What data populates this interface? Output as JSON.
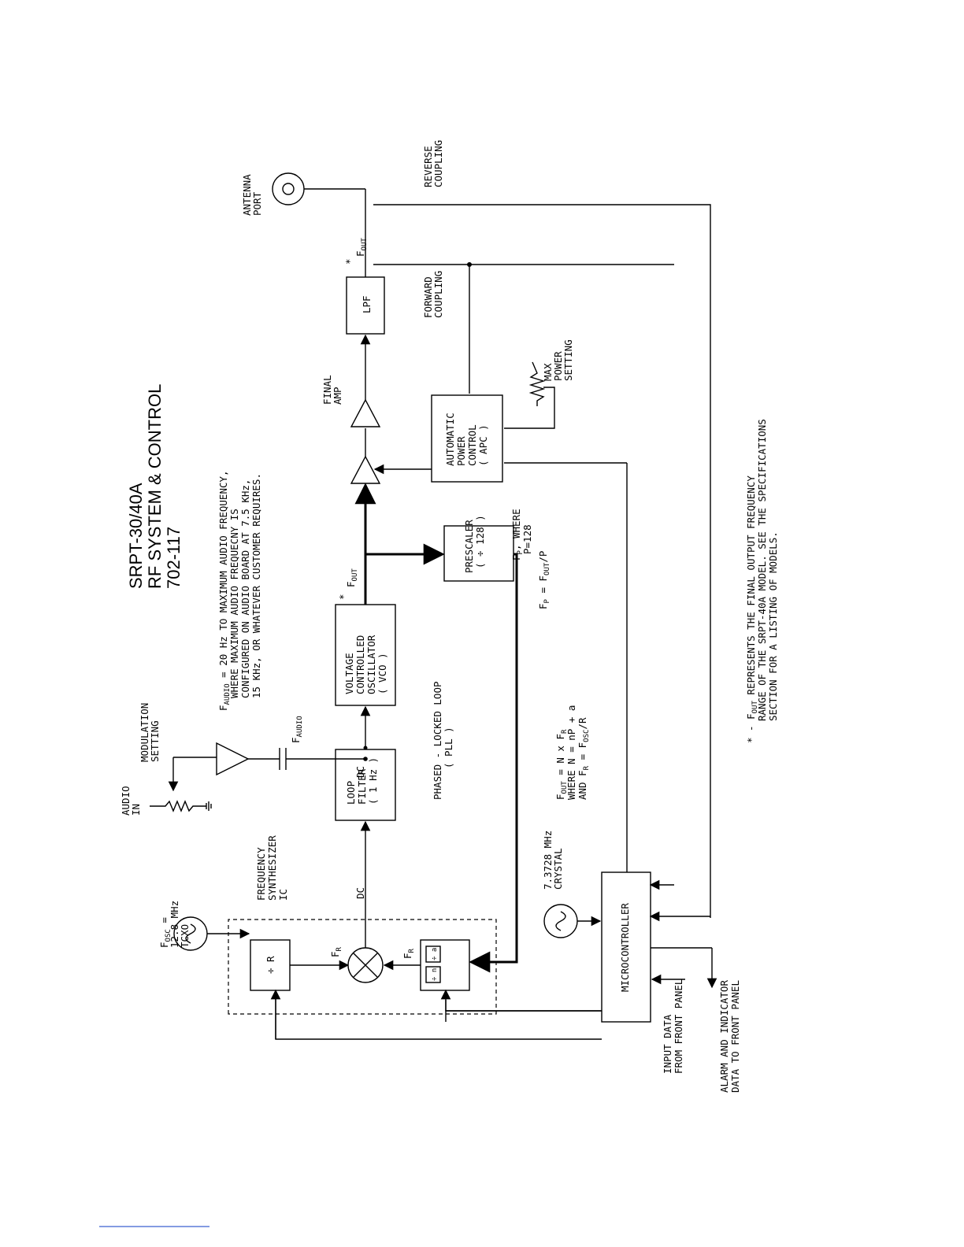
{
  "title": {
    "model": "SRPT-30/40A",
    "subject": "RF SYSTEM & CONTROL",
    "doc_number": "702-117"
  },
  "blocks": {
    "tcxo": {
      "line1": "F",
      "line1_sub": "OSC",
      "line1_rest": " =",
      "line2": "12.8 MHz",
      "line3": "TCXO"
    },
    "div_r": "÷ R",
    "synth_label": [
      "FREQUENCY",
      "SYNTHESIZER",
      "IC"
    ],
    "div_n": "÷ n",
    "div_a": "÷ a",
    "fr": "F",
    "fr_sub": "R",
    "loop_filter": [
      "LOOP",
      "FILTER",
      "( 1 Hz )"
    ],
    "dc": "DC",
    "vco": [
      "VOLTAGE",
      "CONTROLLED",
      "OSCILLATOR",
      "( VCO )"
    ],
    "fout": "F",
    "fout_sub": "OUT",
    "star": "*",
    "prescaler": [
      "PRESCALER",
      "( ÷ 128 )"
    ],
    "fp": "F",
    "fp_sub": "P",
    "where": ",  WHERE",
    "p128": "P=128",
    "fp_eq": "F",
    "fp_eq_sub": "P",
    "fp_eq_rest": " = F",
    "fp_eq_sub2": "OUT",
    "fp_eq_rest2": "/P",
    "final_amp": [
      "FINAL",
      "AMP"
    ],
    "lpf": "LPF",
    "antenna": [
      "ANTENNA",
      "PORT"
    ],
    "reverse": [
      "REVERSE",
      "COUPLING"
    ],
    "forward": [
      "FORWARD",
      "COUPLING"
    ],
    "max_power": [
      "MAX",
      "POWER",
      "SETTING"
    ],
    "apc": [
      "AUTOMATIC",
      "POWER",
      "CONTROL",
      "( APC )"
    ],
    "audio_in": [
      "AUDIO",
      "IN"
    ],
    "modulation": [
      "MODULATION",
      "SETTING"
    ],
    "faudio": "F",
    "faudio_sub": "AUDIO",
    "pll": [
      "PHASED - LOCKED LOOP",
      "( PLL )"
    ],
    "crystal": [
      "7.3728 MHz",
      "CRYSTAL"
    ],
    "micro": "MICROCONTROLLER",
    "input_data": [
      "INPUT DATA",
      "FROM FRONT PANEL"
    ],
    "alarm": [
      "ALARM AND INDICATOR",
      "DATA TO FRONT PANEL"
    ]
  },
  "notes": {
    "audio_note": {
      "lead": "F",
      "lead_sub": "AUDIO",
      "line1": " = 20 Hz TO MAXIMUM AUDIO FREQUENCY,",
      "line2": "WHERE MAXIMUM AUDIO FREQUECNY IS",
      "line3": "CONFIGURED ON AUDIO BOARD AT 7.5 KHz,",
      "line4": "15 KHz, OR WHATEVER CUSTOMER REQUIRES."
    },
    "fout_eq": {
      "l1a": "F",
      "l1s": "OUT",
      "l1b": " = N x F",
      "l1s2": "R",
      "l2a": "WHERE N = nP",
      "l2s": "",
      "l2b": " + a",
      "l3a": "AND F",
      "l3s": "R",
      "l3b": " = F",
      "l3s2": "OSC",
      "l3c": "/R"
    },
    "footnote": {
      "lead": "* - F",
      "lead_sub": "OUT",
      "line1": " REPRESENTS THE FINAL OUTPUT FREQUENCY",
      "line2": "RANGE OF THE SRPT-40A MODEL. SEE THE SPECIFICATIONS",
      "line3": "SECTION FOR A LISTING OF MODELS."
    }
  }
}
